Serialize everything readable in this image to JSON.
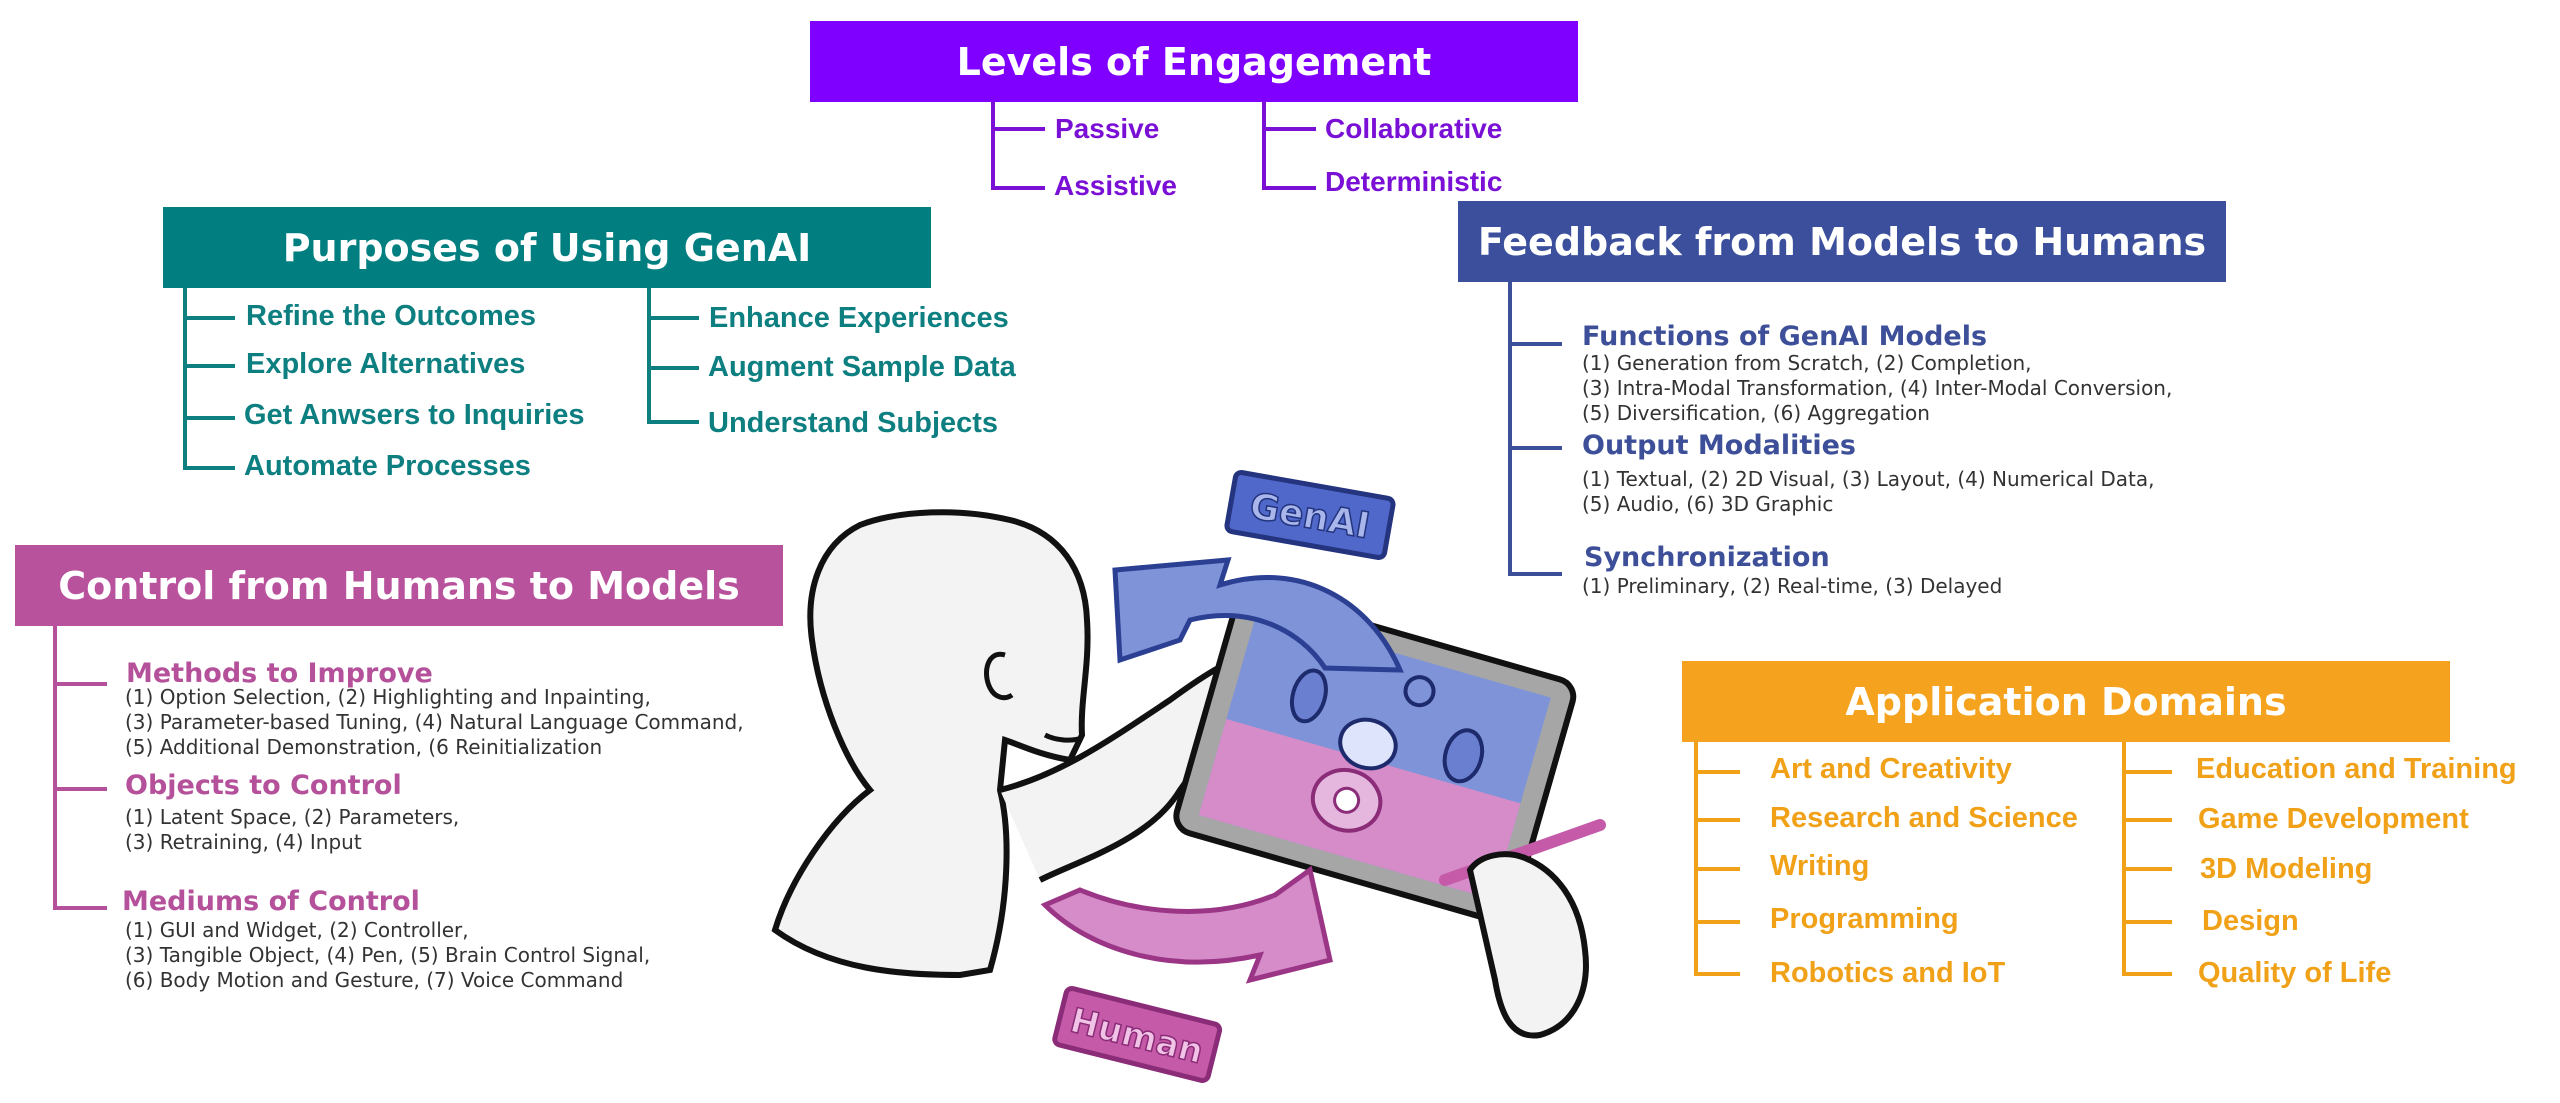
{
  "colors": {
    "engagement": "#8000ff",
    "purposes": "#017f80",
    "feedback": "#3b4f9c",
    "control": "#b9529d",
    "domains": "#f5a31e",
    "desc_text": "#333333"
  },
  "engagement": {
    "title": "Levels of Engagement",
    "items": [
      "Passive",
      "Assistive",
      "Collaborative",
      "Deterministic"
    ]
  },
  "purposes": {
    "title": "Purposes of Using GenAI",
    "items": [
      "Refine the Outcomes",
      "Explore Alternatives",
      "Get Anwsers to Inquiries",
      "Automate Processes",
      "Enhance Experiences",
      "Augment Sample Data",
      "Understand Subjects"
    ]
  },
  "feedback": {
    "title": "Feedback from Models to Humans",
    "sections": [
      {
        "heading": "Functions of GenAI Models",
        "lines": [
          "(1) Generation from Scratch, (2) Completion,",
          "(3) Intra-Modal Transformation, (4) Inter-Modal Conversion,",
          "(5) Diversification, (6) Aggregation"
        ]
      },
      {
        "heading": "Output Modalities",
        "lines": [
          "(1) Textual, (2) 2D Visual, (3) Layout, (4) Numerical Data,",
          "(5) Audio, (6) 3D Graphic"
        ]
      },
      {
        "heading": "Synchronization",
        "lines": [
          "(1) Preliminary, (2) Real-time, (3) Delayed"
        ]
      }
    ]
  },
  "control": {
    "title": "Control from Humans to Models",
    "sections": [
      {
        "heading": "Methods to Improve",
        "lines": [
          "(1) Option Selection, (2) Highlighting and Inpainting,",
          "(3) Parameter-based Tuning, (4) Natural Language Command,",
          "(5) Additional Demonstration, (6 Reinitialization"
        ]
      },
      {
        "heading": "Objects to Control",
        "lines": [
          "(1) Latent Space, (2) Parameters,",
          "(3) Retraining, (4) Input"
        ]
      },
      {
        "heading": "Mediums of Control",
        "lines": [
          "(1) GUI and Widget, (2) Controller,",
          "(3) Tangible Object, (4) Pen, (5) Brain Control Signal,",
          "(6) Body Motion and Gesture, (7) Voice Command"
        ]
      }
    ]
  },
  "domains": {
    "title": "Application Domains",
    "items": [
      "Art and Creativity",
      "Research and Science",
      "Writing",
      "Programming",
      "Robotics and IoT",
      "Education and Training",
      "Game Development",
      "3D Modeling",
      "Design",
      "Quality of Life"
    ]
  },
  "illustration": {
    "genai_tag": "GenAI",
    "human_tag": "Human"
  }
}
